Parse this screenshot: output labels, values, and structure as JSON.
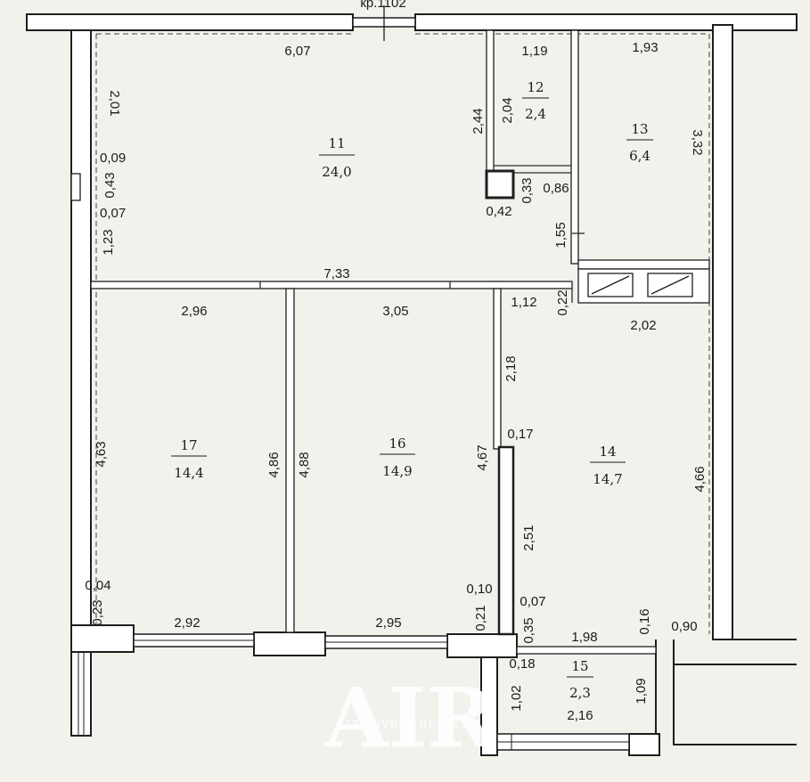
{
  "header_label": "кр.1102",
  "rooms": [
    {
      "number": "11",
      "area": "24,0"
    },
    {
      "number": "12",
      "area": "2,4"
    },
    {
      "number": "13",
      "area": "6,4"
    },
    {
      "number": "14",
      "area": "14,7"
    },
    {
      "number": "15",
      "area": "2,3"
    },
    {
      "number": "16",
      "area": "14,9"
    },
    {
      "number": "17",
      "area": "14,4"
    }
  ],
  "dimensions": {
    "d_607": "6,07",
    "d_119": "1,19",
    "d_193": "1,93",
    "d_201": "2,01",
    "d_244": "2,44",
    "d_204": "2,04",
    "d_332": "3,32",
    "d_009": "0,09",
    "d_043": "0,43",
    "d_007a": "0,07",
    "d_123": "1,23",
    "d_033": "0,33",
    "d_086": "0,86",
    "d_042": "0,42",
    "d_155": "1,55",
    "d_733": "7,33",
    "d_296": "2,96",
    "d_305": "3,05",
    "d_112": "1,12",
    "d_022": "0,22",
    "d_202": "2,02",
    "d_218": "2,18",
    "d_017": "0,17",
    "d_463": "4,63",
    "d_486": "4,86",
    "d_488": "4,88",
    "d_467": "4,67",
    "d_466": "4,66",
    "d_251": "2,51",
    "d_004": "0,04",
    "d_023": "0,23",
    "d_010": "0,10",
    "d_021": "0,21",
    "d_007b": "0,07",
    "d_035": "0,35",
    "d_016": "0,16",
    "d_090": "0,90",
    "d_292": "2,92",
    "d_295": "2,95",
    "d_198": "1,98",
    "d_018": "0,18",
    "d_102": "1,02",
    "d_109": "1,09",
    "d_216": "2,16"
  },
  "logo": {
    "main": "AIR",
    "sub": "ALL INVEST REALTY"
  }
}
